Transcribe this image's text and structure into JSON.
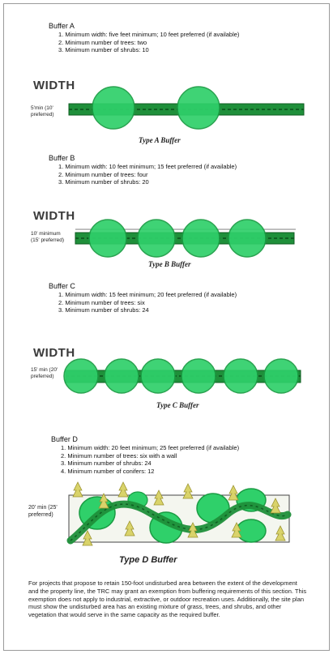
{
  "buffer_a": {
    "title": "Buffer A",
    "requirements": [
      "1. Minimum width: five feet minimum; 10 feet preferred (if available)",
      "2. Minimum number of trees: two",
      "3. Minimum number of shrubs: 10"
    ],
    "width_label": "WIDTH",
    "side_label": "5'min (10' preferred)",
    "caption": "Type A Buffer"
  },
  "buffer_b": {
    "title": "Buffer B",
    "requirements": [
      "1. Minimum width: 10 feet minimum; 15 feet preferred (if available)",
      "2. Minimum number of trees: four",
      "3. Minimum number of shrubs: 20"
    ],
    "width_label": "WIDTH",
    "side_label": "10' minimum (15' preferred)",
    "caption": "Type B Buffer"
  },
  "buffer_c": {
    "title": "Buffer C",
    "requirements": [
      "1. Minimum width: 15 feet minimum; 20 feet preferred (if available)",
      "2. Minimum number of trees: six",
      "3. Minimum number of shrubs: 24"
    ],
    "width_label": "WIDTH",
    "side_label": "15' min (20' preferred)",
    "caption": "Type C Buffer"
  },
  "buffer_d": {
    "title": "Buffer D",
    "requirements": [
      "1. Minimum width: 20 feet minimum; 25 feet preferred (if available)",
      "2. Minimum number of trees: six with a wall",
      "3. Minimum number of shrubs: 24",
      "4. Minimum number of conifers: 12"
    ],
    "side_label": "20' min (25' preferred)",
    "caption": "Type D Buffer"
  },
  "footer_text": "For projects that propose to retain 150-foot undisturbed area between the extent of the development and the property line, the TRC may grant an exemption from buffering requirements of this section. This exemption does not apply to industrial, extractive, or outdoor recreation uses. Additionally, the site plan must show the undisturbed area has an existing mixture of grass, trees, and shrubs, and other vegetation that would serve in the same capacity as the required buffer.",
  "colors": {
    "canopy": "#2fd06a",
    "canopy_edge": "#1a9c43",
    "hedge": "#1f8f3a",
    "hedge_dark": "#0f5e22",
    "conifer": "#d9d36a"
  }
}
